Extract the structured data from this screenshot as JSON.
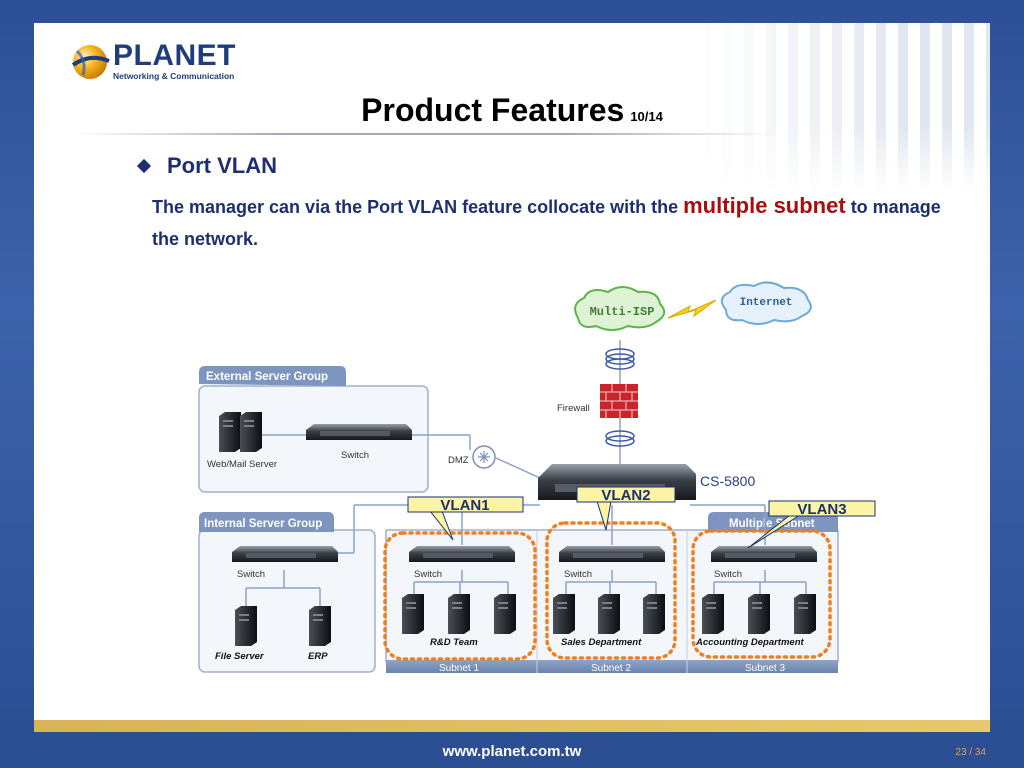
{
  "logo": {
    "name": "PLANET",
    "tagline": "Networking & Communication"
  },
  "title": {
    "main": "Product Features",
    "page": "10/14"
  },
  "bullet": {
    "text": "Port VLAN"
  },
  "description": {
    "part1": "The manager can via the Port VLAN feature collocate with the ",
    "highlight": "multiple subnet",
    "part2": " to manage the network."
  },
  "diagram": {
    "clouds": {
      "isp": "Multi-ISP",
      "internet": "Internet"
    },
    "firewall": "Firewall",
    "dmz": "DMZ",
    "core_switch": "CS-5800",
    "external_group": {
      "title": "External Server Group",
      "server": "Web/Mail Server",
      "switch": "Switch"
    },
    "internal_group": {
      "title": "Internal Server Group",
      "switch": "Switch",
      "file_server": "File Server",
      "erp": "ERP"
    },
    "multiple_subnet": "Multiple Subnet",
    "vlans": [
      "VLAN1",
      "VLAN2",
      "VLAN3"
    ],
    "subnets": [
      {
        "switch": "Switch",
        "team": "R&D Team",
        "subnet": "Subnet 1"
      },
      {
        "switch": "Switch",
        "team": "Sales Department",
        "subnet": "Subnet 2"
      },
      {
        "switch": "Switch",
        "team": "Accounting Department",
        "subnet": "Subnet 3"
      }
    ]
  },
  "footer": {
    "url": "www.planet.com.tw",
    "page": "23 / 34"
  },
  "colors": {
    "text_blue": "#1d2f6f",
    "highlight_red": "#a80d0d",
    "vlan_orange": "#f07f1e",
    "group_blue": "#7d93b8"
  }
}
